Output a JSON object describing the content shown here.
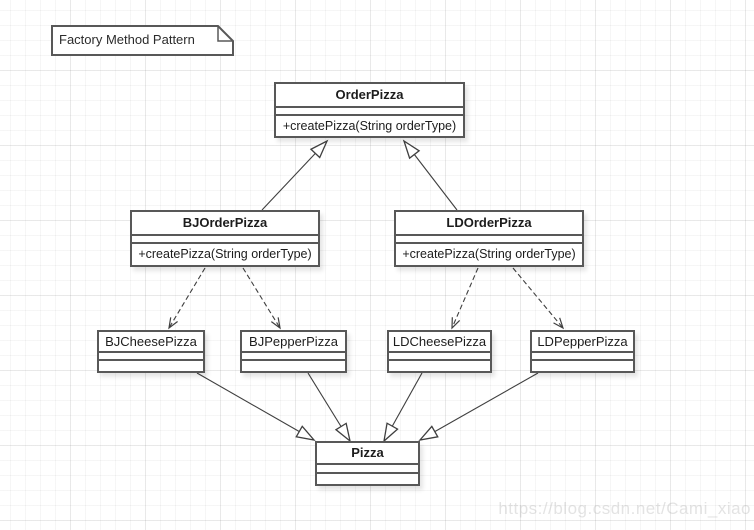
{
  "note": {
    "label": "Factory Method Pattern"
  },
  "watermark": "https://blog.csdn.net/Cami_xiao",
  "classes": [
    {
      "name": "OrderPizza",
      "attributes": "",
      "methods": "+createPizza(String orderType)"
    },
    {
      "name": "BJOrderPizza",
      "attributes": "",
      "methods": "+createPizza(String orderType)"
    },
    {
      "name": "LDOrderPizza",
      "attributes": "",
      "methods": "+createPizza(String orderType)"
    },
    {
      "name": "BJCheesePizza",
      "attributes": "",
      "methods": ""
    },
    {
      "name": "BJPepperPizza",
      "attributes": "",
      "methods": ""
    },
    {
      "name": "LDCheesePizza",
      "attributes": "",
      "methods": ""
    },
    {
      "name": "LDPepperPizza",
      "attributes": "",
      "methods": ""
    },
    {
      "name": "Pizza",
      "attributes": "",
      "methods": ""
    }
  ],
  "relationships": [
    {
      "from": "BJOrderPizza",
      "to": "OrderPizza",
      "type": "generalization"
    },
    {
      "from": "LDOrderPizza",
      "to": "OrderPizza",
      "type": "generalization"
    },
    {
      "from": "BJOrderPizza",
      "to": "BJCheesePizza",
      "type": "dependency"
    },
    {
      "from": "BJOrderPizza",
      "to": "BJPepperPizza",
      "type": "dependency"
    },
    {
      "from": "LDOrderPizza",
      "to": "LDCheesePizza",
      "type": "dependency"
    },
    {
      "from": "LDOrderPizza",
      "to": "LDPepperPizza",
      "type": "dependency"
    },
    {
      "from": "BJCheesePizza",
      "to": "Pizza",
      "type": "generalization"
    },
    {
      "from": "BJPepperPizza",
      "to": "Pizza",
      "type": "generalization"
    },
    {
      "from": "LDCheesePizza",
      "to": "Pizza",
      "type": "generalization"
    },
    {
      "from": "LDPepperPizza",
      "to": "Pizza",
      "type": "generalization"
    }
  ],
  "colors": {
    "box_border": "#585858",
    "edge_line": "#3f3f3f",
    "background": "#ffffff",
    "grid_line": "#ececec",
    "watermark": "#dadada"
  }
}
